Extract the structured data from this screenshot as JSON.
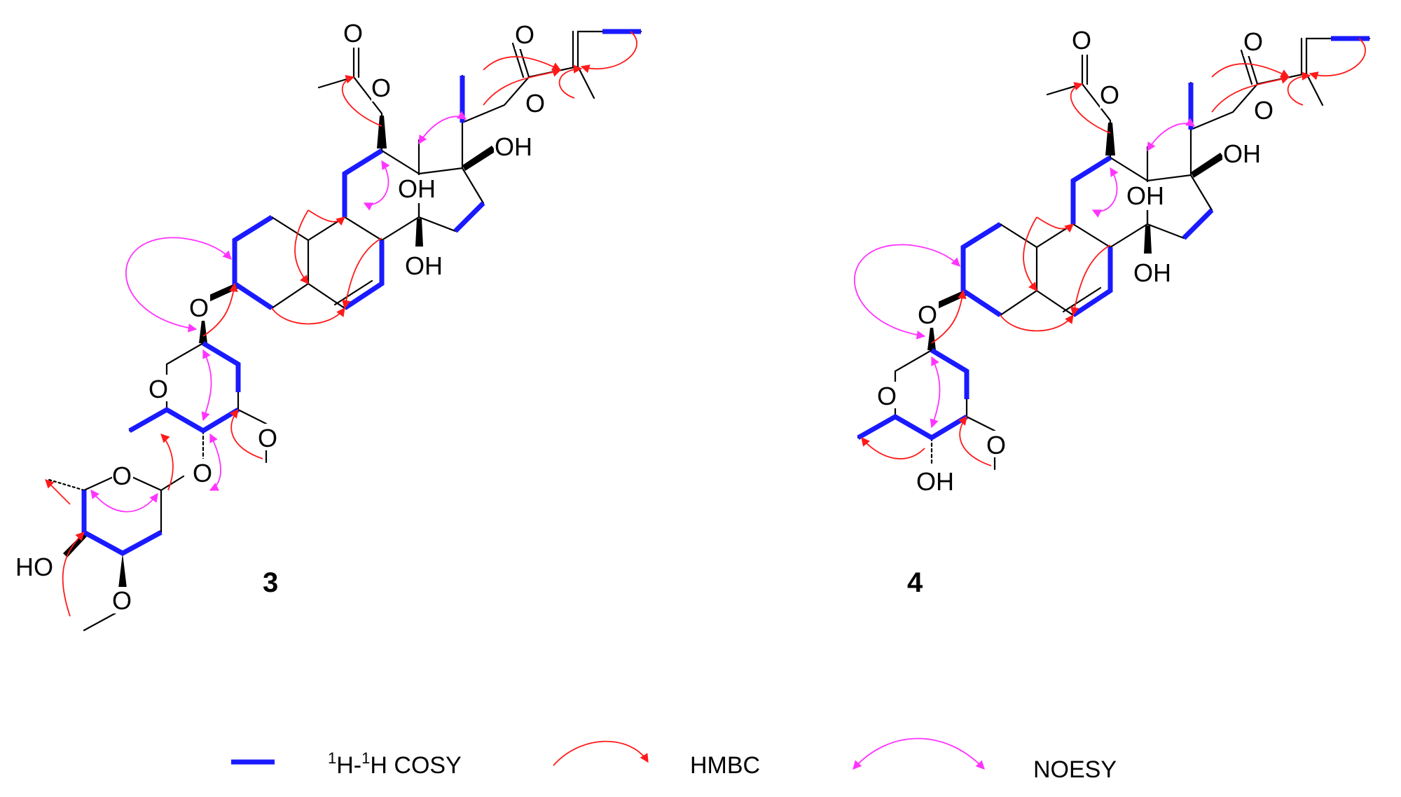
{
  "compounds": [
    {
      "label": "3",
      "atoms": {
        "acetyl_carbonyl_O": "O",
        "acetyl_ester_O": "O",
        "ester_carbonyl_O": "O",
        "ester_O": "O",
        "oh_c17": "OH",
        "oh_c8": "OH",
        "oh_c14": "OH",
        "c3_O": "O",
        "sugar1_ring_O": "O",
        "sugar1_ome_O": "O",
        "sugar1_link_O": "O",
        "sugar2_ring_O": "O",
        "sugar2_ho": "HO",
        "sugar2_ome_O": "O"
      }
    },
    {
      "label": "4",
      "atoms": {
        "acetyl_carbonyl_O": "O",
        "acetyl_ester_O": "O",
        "ester_carbonyl_O": "O",
        "ester_O": "O",
        "oh_c17": "OH",
        "oh_c8": "OH",
        "oh_c14": "OH",
        "c3_O": "O",
        "sugar1_ring_O": "O",
        "sugar1_ome_O": "O",
        "sugar1_oh": "OH"
      }
    }
  ],
  "legend": {
    "cosy": {
      "label_sup1": "1",
      "label_h1": "H-",
      "label_sup2": "1",
      "label_h2": "H COSY",
      "color": "#1a1aff"
    },
    "hmbc": {
      "label": "HMBC",
      "color": "#ff1a1a"
    },
    "noesy": {
      "label": "NOESY",
      "color": "#ff33ff"
    }
  }
}
